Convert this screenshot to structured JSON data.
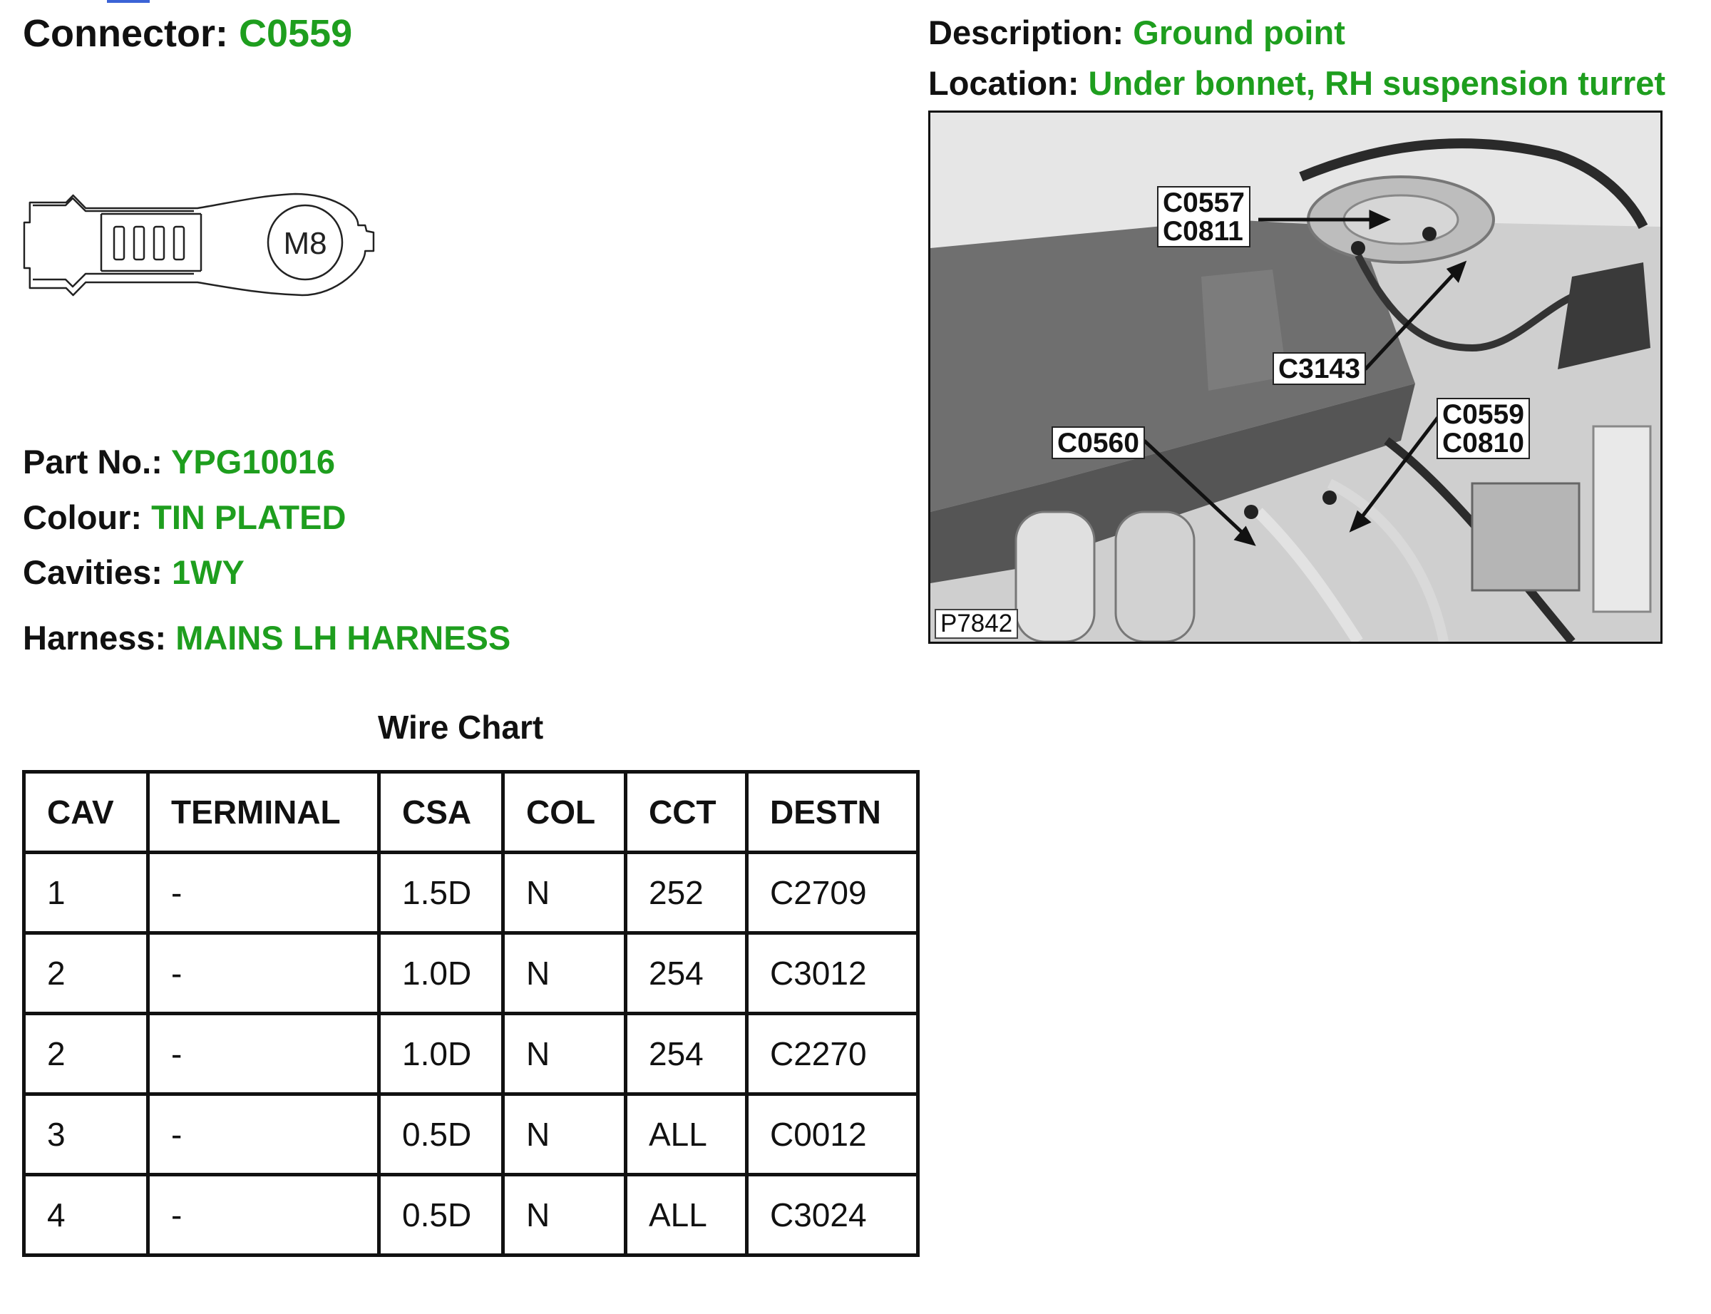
{
  "connector": {
    "label": "Connector:",
    "value": "C0559"
  },
  "description": {
    "label": "Description:",
    "value": "Ground point"
  },
  "location": {
    "label": "Location:",
    "value": "Under bonnet, RH suspension turret"
  },
  "terminal_drawing": {
    "stud_label": "M8"
  },
  "photo": {
    "reference": "P7842",
    "callouts": {
      "c0557": "C0557",
      "c0811": "C0811",
      "c3143": "C3143",
      "c0560": "C0560",
      "c0559": "C0559",
      "c0810": "C0810"
    }
  },
  "details": {
    "part": {
      "label": "Part No.:",
      "value": "YPG10016"
    },
    "colour": {
      "label": "Colour:",
      "value": "TIN PLATED"
    },
    "cavities": {
      "label": "Cavities:",
      "value": "1WY"
    },
    "harness": {
      "label": "Harness:",
      "value": "MAINS LH HARNESS"
    }
  },
  "wire_chart": {
    "title": "Wire Chart",
    "headers": [
      "CAV",
      "TERMINAL",
      "CSA",
      "COL",
      "CCT",
      "DESTN"
    ],
    "rows": [
      [
        "1",
        "-",
        "1.5D",
        "N",
        "252",
        "C2709"
      ],
      [
        "2",
        "-",
        "1.0D",
        "N",
        "254",
        "C3012"
      ],
      [
        "2",
        "-",
        "1.0D",
        "N",
        "254",
        "C2270"
      ],
      [
        "3",
        "-",
        "0.5D",
        "N",
        "ALL",
        "C0012"
      ],
      [
        "4",
        "-",
        "0.5D",
        "N",
        "ALL",
        "C3024"
      ]
    ]
  },
  "colors": {
    "value_green": "#1e9e1e",
    "text": "#111111",
    "link_blue": "#3b63d6"
  }
}
